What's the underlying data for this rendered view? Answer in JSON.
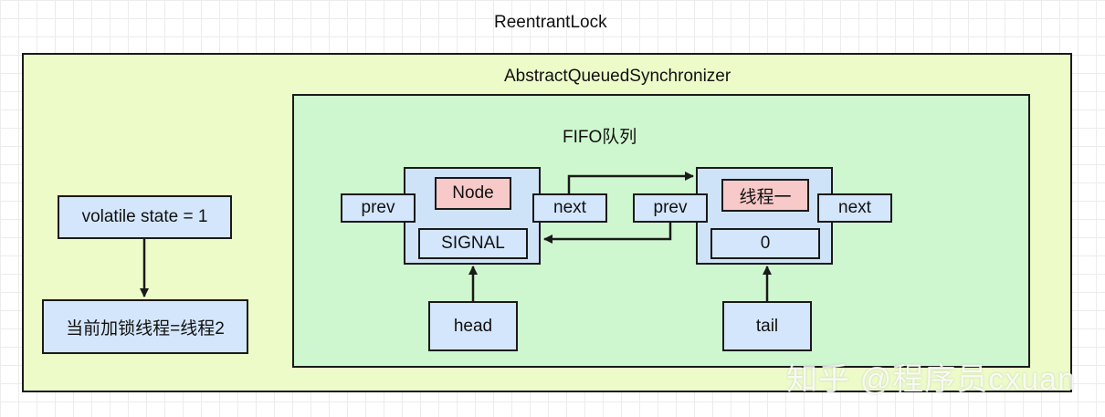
{
  "titles": {
    "reentrant_lock": "ReentrantLock",
    "aqs": "AbstractQueuedSynchronizer",
    "fifo": "FIFO队列"
  },
  "state_boxes": {
    "state": "volatile state = 1",
    "owner": "当前加锁线程=线程2"
  },
  "node1": {
    "name": "Node",
    "wait_status": "SIGNAL",
    "prev": "prev",
    "next": "next"
  },
  "node2": {
    "name": "线程一",
    "wait_status": "0",
    "prev": "prev",
    "next": "next"
  },
  "pointers": {
    "head": "head",
    "tail": "tail"
  },
  "watermark": "知乎 @程序员cxuan",
  "colors": {
    "outer_fill": "#ecfbc8",
    "inner_fill": "#cff7cf",
    "box_fill": "#d4e6fb",
    "highlight_fill": "#f8c9c9"
  }
}
